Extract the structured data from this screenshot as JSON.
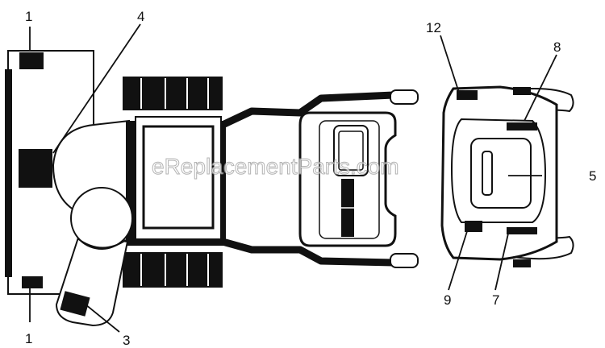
{
  "watermark": "eReplacementParts.com",
  "callouts": {
    "c1_top": "1",
    "c1_bottom": "1",
    "c3": "3",
    "c4": "4",
    "c5": "5",
    "c7": "7",
    "c8": "8",
    "c9": "9",
    "c12": "12"
  },
  "colors": {
    "ink": "#111111",
    "paper": "#ffffff",
    "watermark_stroke": "#9a9a9a"
  }
}
